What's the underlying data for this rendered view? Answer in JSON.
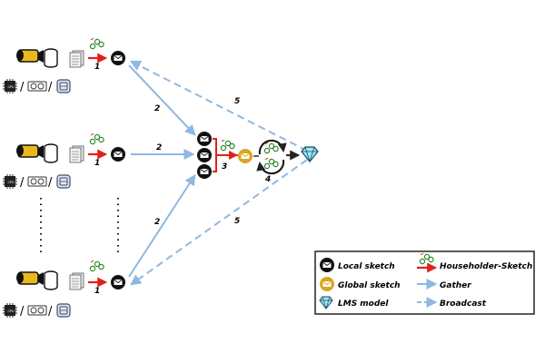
{
  "steps": {
    "s1": "1",
    "s2": "2",
    "s3": "3",
    "s4": "4",
    "s5": "5"
  },
  "devices": {
    "cpu": "CPU",
    "slash": "/"
  },
  "ellipsis": "⋮",
  "legend": {
    "local_sketch": "Local sketch",
    "global_sketch": "Global sketch",
    "lms_model": "LMS model",
    "householder_sketch": "Householder-Sketch",
    "gather": "Gather",
    "broadcast": "Broadcast"
  },
  "colors": {
    "gather": "#8fb8e0",
    "broadcast": "#8fb8e0",
    "red": "#e0201b",
    "global": "#d9a520",
    "camera_yellow": "#e8b820",
    "diamond": "#9fe6f5"
  }
}
